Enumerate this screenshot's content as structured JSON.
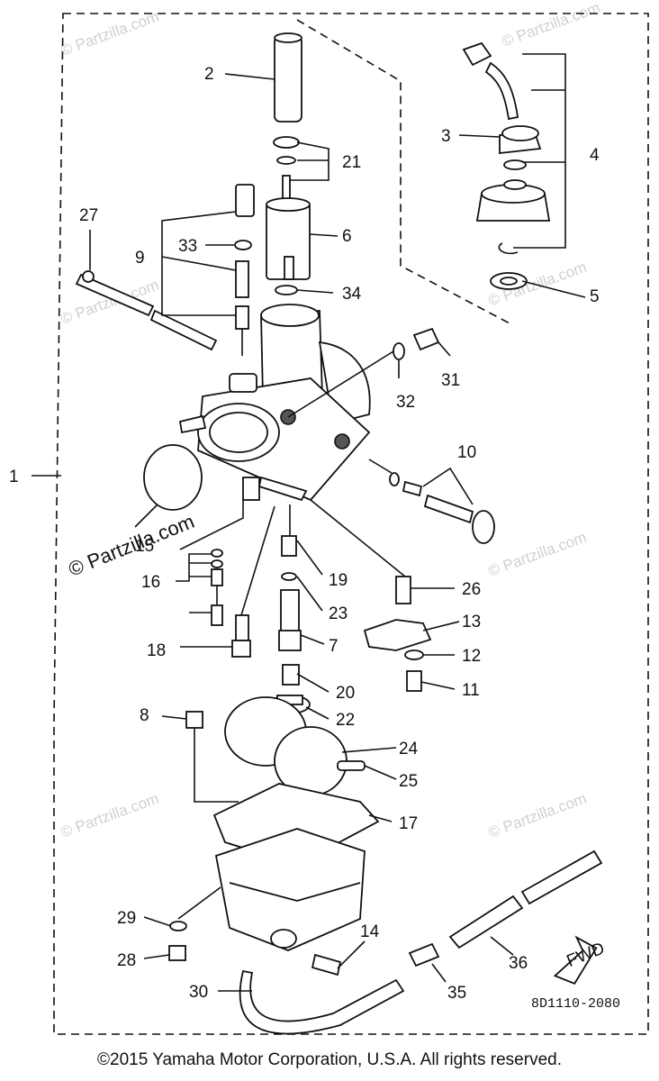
{
  "labels": [
    "1",
    "2",
    "3",
    "4",
    "5",
    "6",
    "7",
    "8",
    "9",
    "10",
    "11",
    "12",
    "13",
    "14",
    "15",
    "16",
    "17",
    "18",
    "19",
    "20",
    "21",
    "22",
    "23",
    "24",
    "25",
    "26",
    "27",
    "28",
    "29",
    "30",
    "31",
    "32",
    "33",
    "34",
    "35",
    "36"
  ],
  "watermarks": {
    "small": "© Partzilla.com",
    "main": "© Partzilla.com"
  },
  "direction_tag": "FWD",
  "diagram_code": "8D1110-2080",
  "copyright": "©2015  Yamaha Motor Corporation, U.S.A. All rights reserved."
}
